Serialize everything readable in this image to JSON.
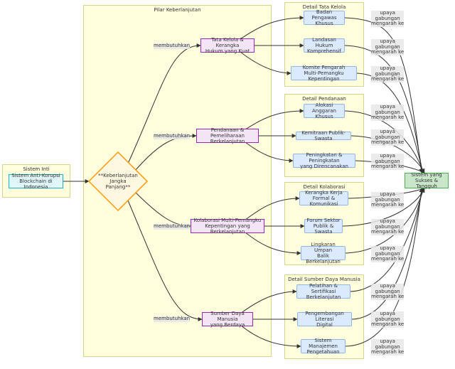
{
  "clusters": {
    "sistem_inti": "Sistem Inti",
    "pilar": "Pilar Keberlanjutan",
    "tata_kelola": "Detail Tata Kelola",
    "pendanaan": "Detail Pendanaan",
    "kolaborasi": "Detail Kolaborasi",
    "sdm": "Detail Sumber Daya Manusia"
  },
  "nodes": {
    "sistem": "Sistem Anti-Korupsi\nBlockchain di Indonesia",
    "keberlanjutan": "**Keberlanjutan\nJangka\nPanjang**",
    "tata_kelola": "Tata Kelola & Kerangka\nHukum yang Kuat",
    "pendanaan": "Pendanaan & Pemeliharaan\nBerkelanjutan",
    "kolaborasi": "Kolaborasi Multi-Pemangku\nKepentingan yang Berkelanjutan",
    "sdm": "Sumber Daya Manusia\nyang Berdaya",
    "badan": "Badan Pengawas\nKhusus",
    "landasan": "Landasan Hukum\nKomprehensif",
    "komite": "Komite Pengarah\nMulti-Pemangku Kepentingan",
    "alokasi": "Alokasi Anggaran\nKhusus",
    "kemitraan": "Kemitraan Publik-Swasta",
    "peningkatan": "Peningkatan & Peningkatan\nyang Direncanakan",
    "kerangka": "Kerangka Kerja\nFormal & Komunikasi",
    "forum": "Forum Sektor\nPublik & Swasta",
    "lingkaran": "Lingkaran Umpan\nBalik Berkelanjutan",
    "pelatihan": "Pelatihan & Sertifikasi\nBerkelanjutan",
    "literasi": "Pengembangan Literasi\nDigital",
    "manajemen": "Sistem Manajemen\nPengetahuan",
    "sukses": "Sistem yang\nSukses & Tangguh"
  },
  "edge_labels": {
    "membutuhkan": "membutuhkan",
    "upaya": "upaya\ngabungan\nmengarah ke"
  },
  "colors": {
    "cluster_fill": "#ffffde",
    "inti_fill": "#e0f7fa",
    "inti_border": "#1fb3c4",
    "diamond_border": "#ff9800",
    "pilar_fill": "#f3e5f5",
    "pilar_border": "#9c27b0",
    "detail_fill": "#dbeafe",
    "sukses_fill": "#c8e6c9",
    "sukses_border": "#4caf50"
  }
}
